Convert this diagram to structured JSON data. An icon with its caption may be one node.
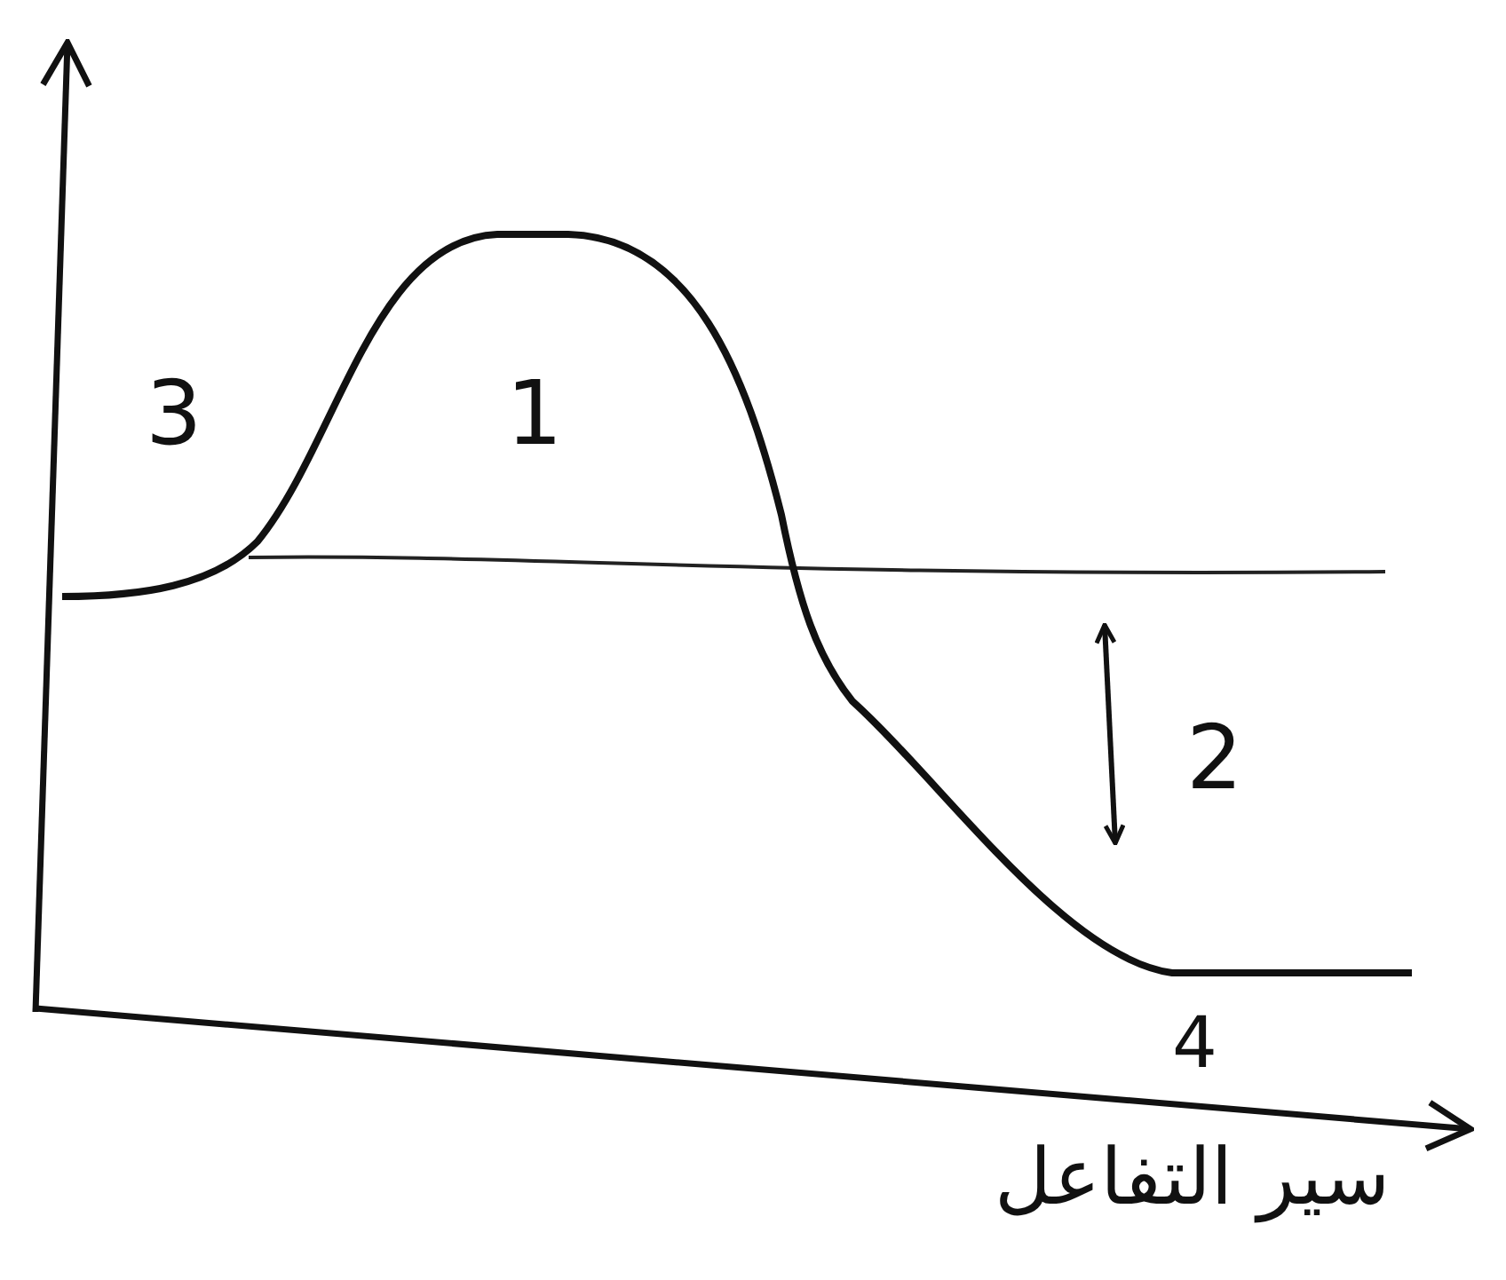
{
  "diagram": {
    "labels": [
      "3",
      "1",
      "2",
      "4",
      "سير التفاعل"
    ]
  }
}
